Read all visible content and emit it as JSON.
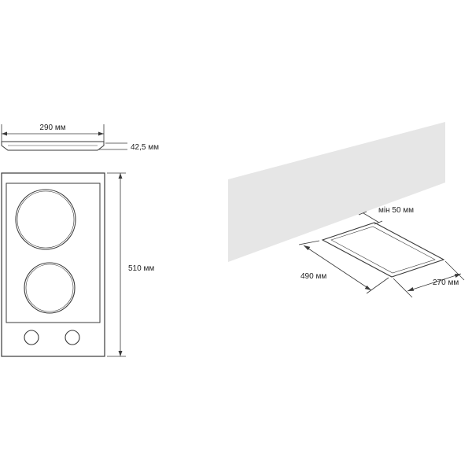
{
  "labels": {
    "hob_width": "290 мм",
    "hob_height": "42,5 мм",
    "hob_depth": "510 мм",
    "min_gap": "мін 50 мм",
    "cutout_depth": "490 мм",
    "cutout_width": "270 мм"
  },
  "colors": {
    "line": "#3a3a3a",
    "wall": "#e6e6e6",
    "cutout_fill": "#ffffff",
    "background": "#ffffff"
  }
}
